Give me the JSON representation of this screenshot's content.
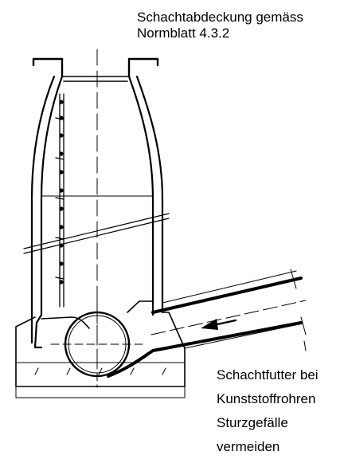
{
  "labels": {
    "cover": {
      "line1": "Schachtabdeckung gemäss",
      "line2": "Normblatt  4.3.2"
    },
    "notes": {
      "line1": "Schachtfutter bei",
      "line2": "Kunststoffrohren",
      "line3": "Sturzgefälle",
      "line4": "vermeiden"
    }
  },
  "colors": {
    "stroke": "#000000",
    "background": "#ffffff"
  }
}
